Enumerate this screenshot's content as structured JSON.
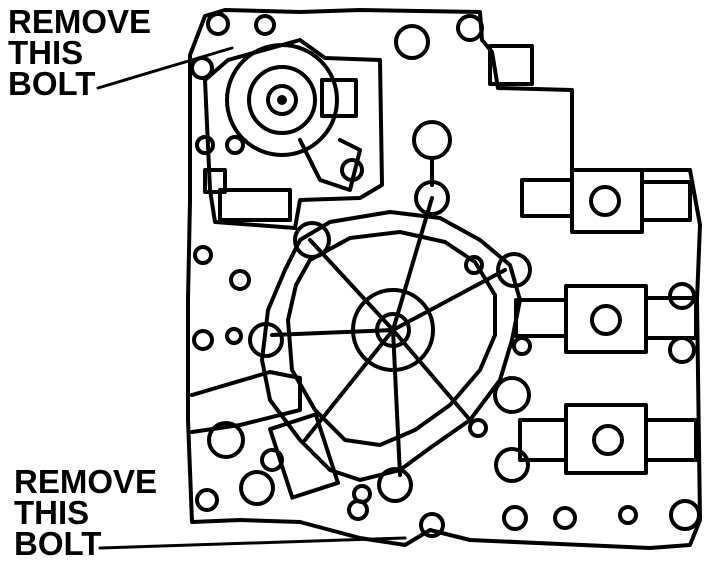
{
  "callouts": {
    "top": {
      "line1": "REMOVE",
      "line2": "THIS",
      "line3": "BOLT"
    },
    "bottom": {
      "line1": "REMOVE",
      "line2": "THIS",
      "line3": "BOLT"
    }
  },
  "colors": {
    "ink": "#000000",
    "paper": "#ffffff"
  }
}
